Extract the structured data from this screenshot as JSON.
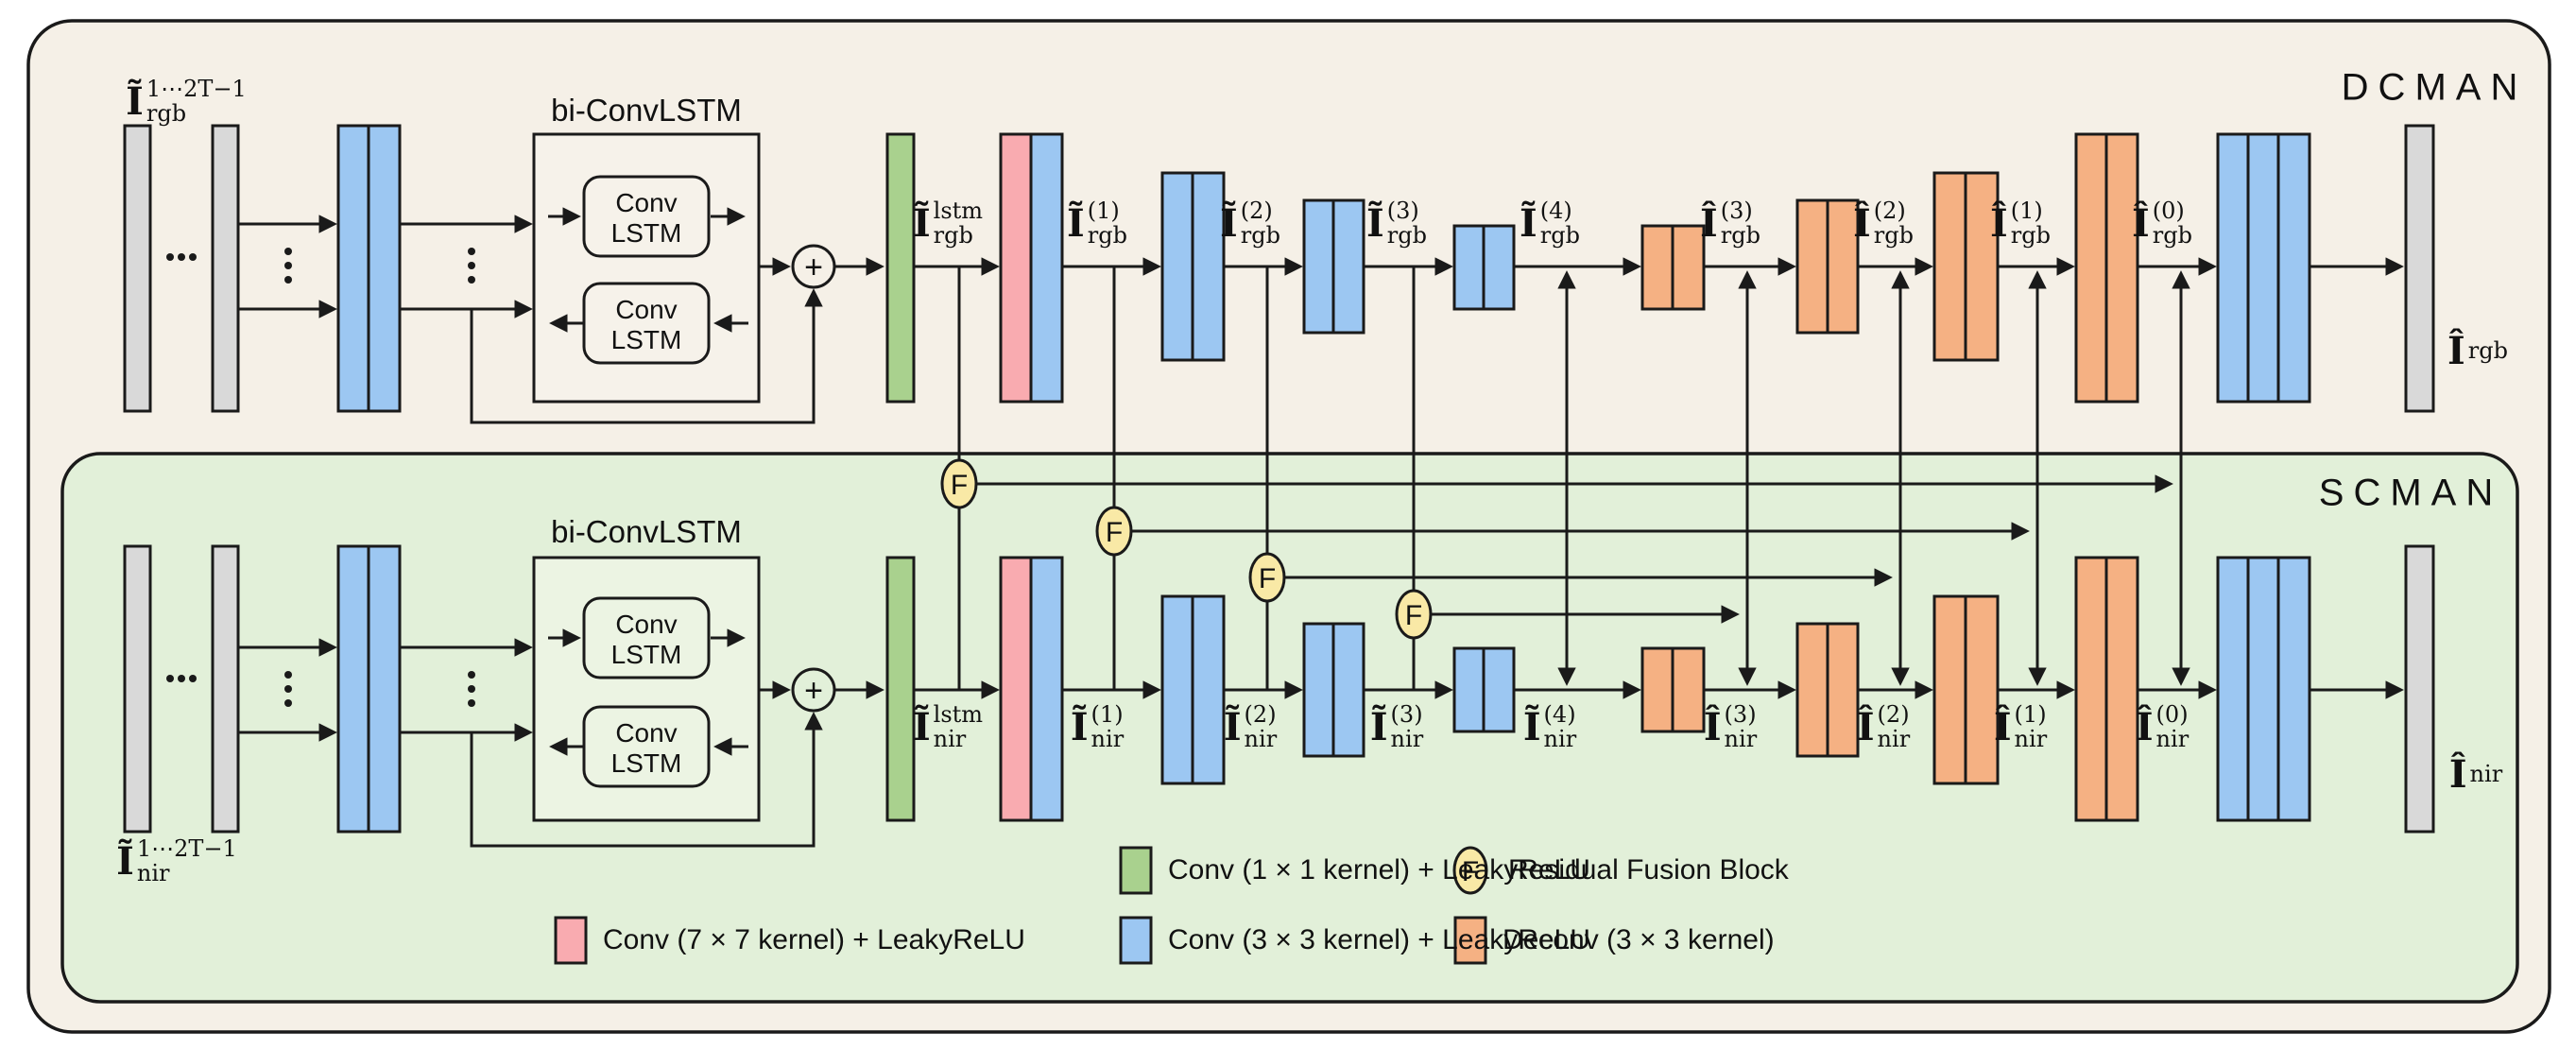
{
  "panels": {
    "dcman": "DCMAN",
    "scman": "SCMAN"
  },
  "bilstm": {
    "title": "bi-ConvLSTM",
    "cell_line1": "Conv",
    "cell_line2": "LSTM"
  },
  "nodes": {
    "sum": "+",
    "fusion": "F"
  },
  "labels": {
    "rgb_input": {
      "base": "Ĩ",
      "sup": "1⋯2T−1",
      "sub": "rgb"
    },
    "rgb_lstm": {
      "base": "Ĩ",
      "sup": "lstm",
      "sub": "rgb"
    },
    "rgb_enc1": {
      "base": "Ĩ",
      "sup": "(1)",
      "sub": "rgb"
    },
    "rgb_enc2": {
      "base": "Ĩ",
      "sup": "(2)",
      "sub": "rgb"
    },
    "rgb_enc3": {
      "base": "Ĩ",
      "sup": "(3)",
      "sub": "rgb"
    },
    "rgb_enc4": {
      "base": "Ĩ",
      "sup": "(4)",
      "sub": "rgb"
    },
    "rgb_dec3": {
      "base": "Î",
      "sup": "(3)",
      "sub": "rgb"
    },
    "rgb_dec2": {
      "base": "Î",
      "sup": "(2)",
      "sub": "rgb"
    },
    "rgb_dec1": {
      "base": "Î",
      "sup": "(1)",
      "sub": "rgb"
    },
    "rgb_dec0": {
      "base": "Î",
      "sup": "(0)",
      "sub": "rgb"
    },
    "rgb_out": {
      "base": "Î",
      "sup": "",
      "sub": "rgb"
    },
    "nir_input": {
      "base": "Ĩ",
      "sup": "1⋯2T−1",
      "sub": "nir"
    },
    "nir_lstm": {
      "base": "Ĩ",
      "sup": "lstm",
      "sub": "nir"
    },
    "nir_enc1": {
      "base": "Ĩ",
      "sup": "(1)",
      "sub": "nir"
    },
    "nir_enc2": {
      "base": "Ĩ",
      "sup": "(2)",
      "sub": "nir"
    },
    "nir_enc3": {
      "base": "Ĩ",
      "sup": "(3)",
      "sub": "nir"
    },
    "nir_enc4": {
      "base": "Ĩ",
      "sup": "(4)",
      "sub": "nir"
    },
    "nir_dec3": {
      "base": "Î",
      "sup": "(3)",
      "sub": "nir"
    },
    "nir_dec2": {
      "base": "Î",
      "sup": "(2)",
      "sub": "nir"
    },
    "nir_dec1": {
      "base": "Î",
      "sup": "(1)",
      "sub": "nir"
    },
    "nir_dec0": {
      "base": "Î",
      "sup": "(0)",
      "sub": "nir"
    },
    "nir_out": {
      "base": "Î",
      "sup": "",
      "sub": "nir"
    }
  },
  "legend": {
    "conv1": "Conv (1 × 1 kernel) + LeakyReLU",
    "conv3": "Conv (3 × 3 kernel) + LeakyReLU",
    "conv7": "Conv (7 × 7 kernel) + LeakyReLU",
    "deconv": "Deconv (3 × 3 kernel)",
    "fusion": "Residual Fusion Block"
  },
  "colors": {
    "canvas-bg": "#ffffff",
    "panel-cream": "#F5F0E7",
    "panel-green": "#E2F0D9",
    "inner-box-cream": "#F6F2EA",
    "inner-box-green": "#ECF4E3",
    "bar-gray": "#D9D9D9",
    "bar-blue": "#9CC7F2",
    "bar-green": "#A9D18E",
    "bar-pink": "#F9ABB0",
    "bar-orange": "#F5B183",
    "fusion-yellow": "#F9E9A6",
    "line": "#1a1a1a"
  }
}
